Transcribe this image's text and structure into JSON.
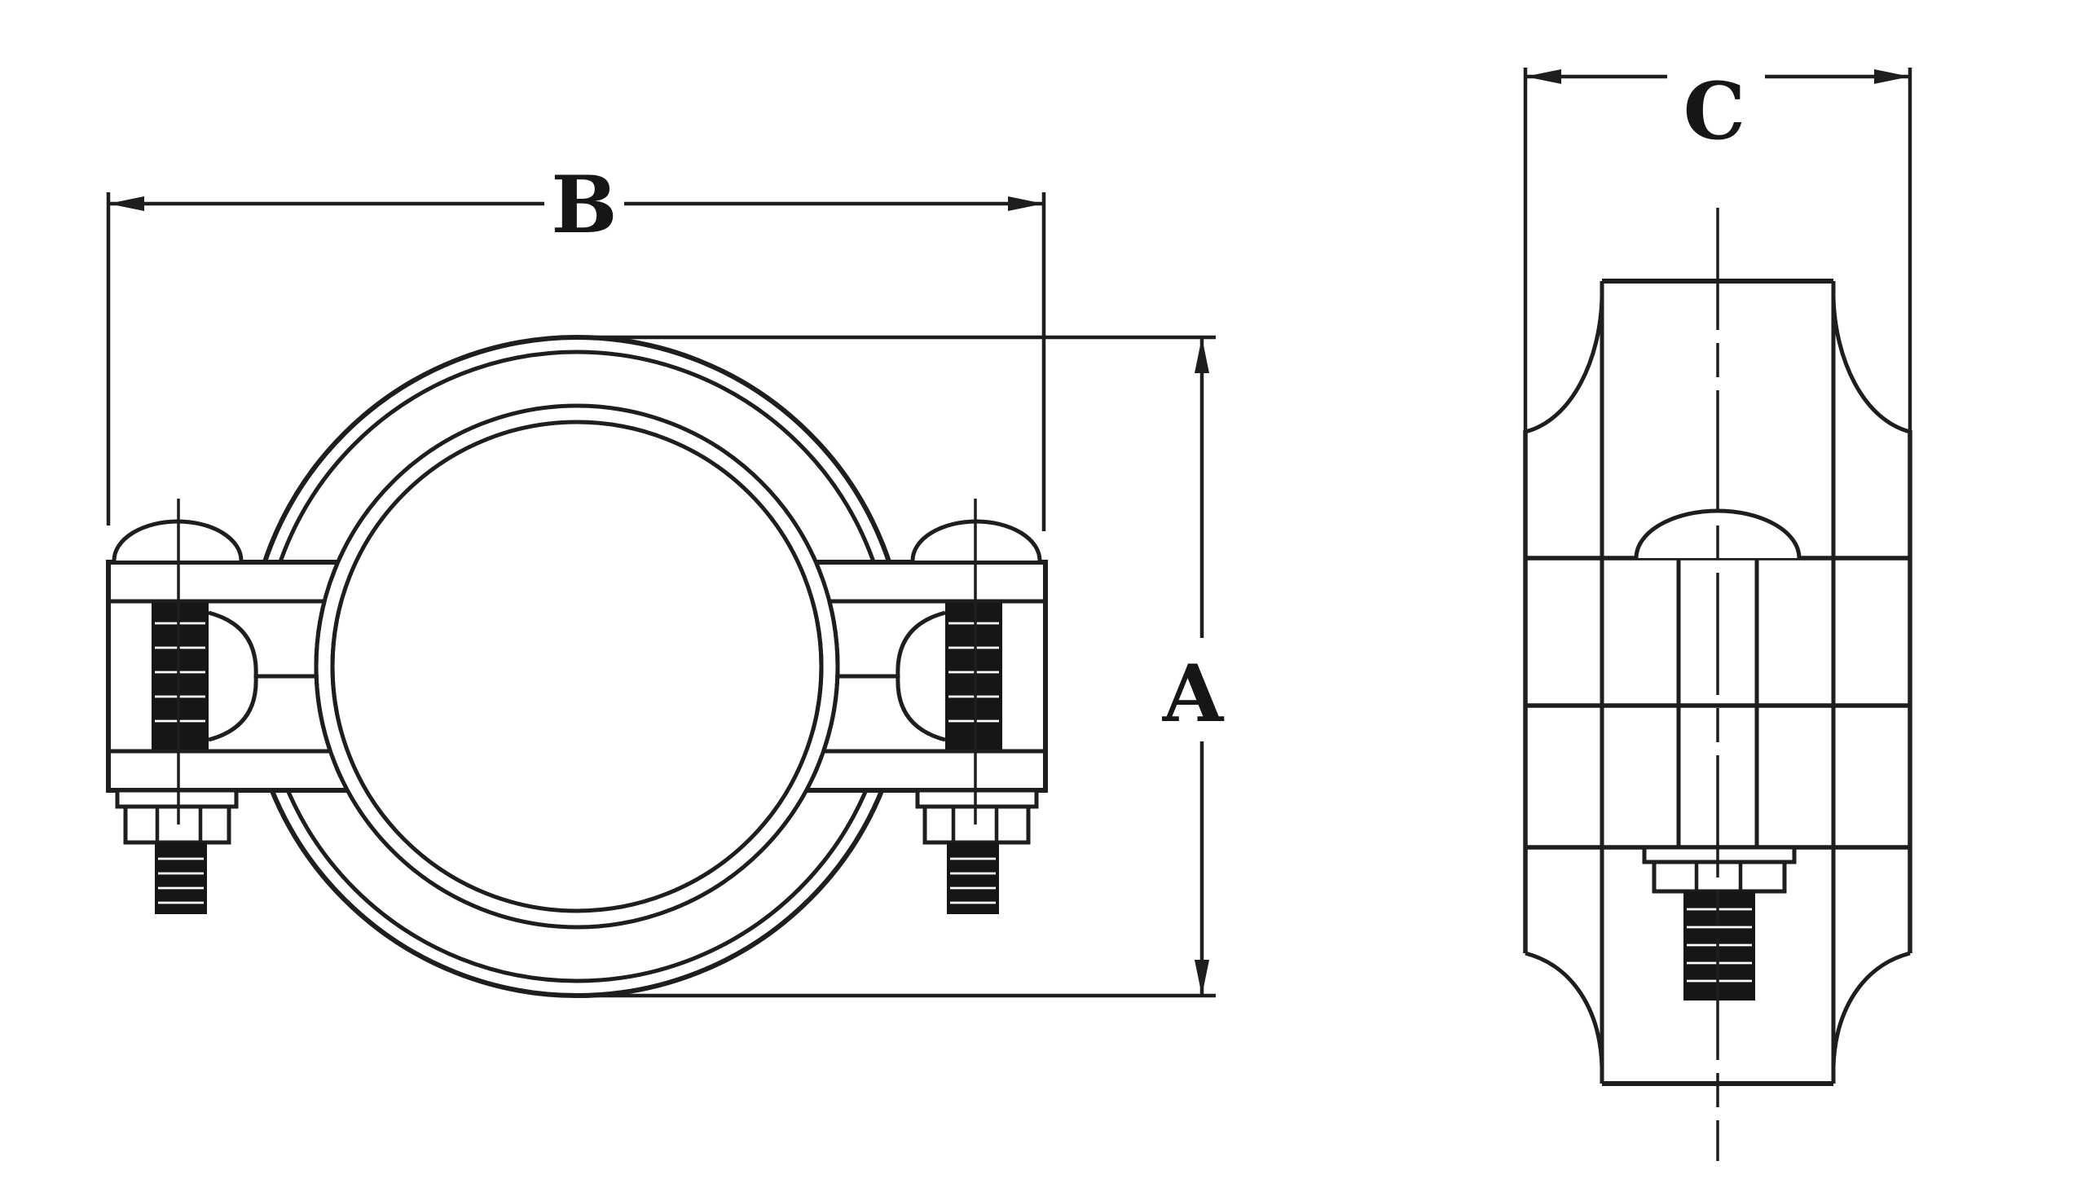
{
  "drawing": {
    "labels": {
      "a": "A",
      "b": "B",
      "c": "C"
    },
    "colors": {
      "line": "#1e1e1e",
      "ink": "#161616",
      "background": "#ffffff"
    }
  }
}
